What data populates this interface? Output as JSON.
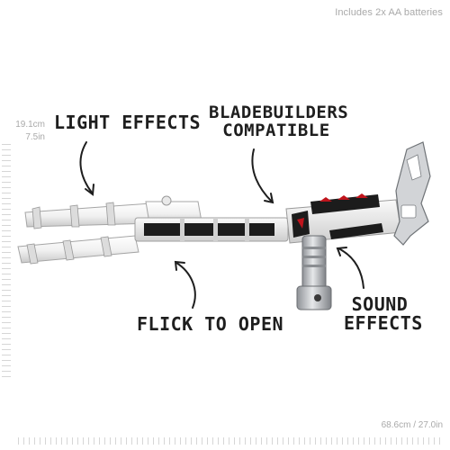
{
  "battery_note": "Includes 2x AA batteries",
  "height_dimension": {
    "cm": "19.1cm",
    "in": "7.5in"
  },
  "width_dimension": "68.6cm / 27.0in",
  "labels": {
    "light_effects": "Light Effects",
    "bladebuilders": {
      "line1": "Bladebuilders",
      "line2": "Compatible"
    },
    "flick_to_open": "Flick to Open",
    "sound_effects": {
      "line1": "Sound",
      "line2": "Effects"
    }
  },
  "colors": {
    "blade_white": "#f2f2f2",
    "blade_shadow": "#cfcfcf",
    "accent_red": "#c0141c",
    "chrome": "#b9bcc0",
    "panel_dark": "#1c1c1c"
  }
}
